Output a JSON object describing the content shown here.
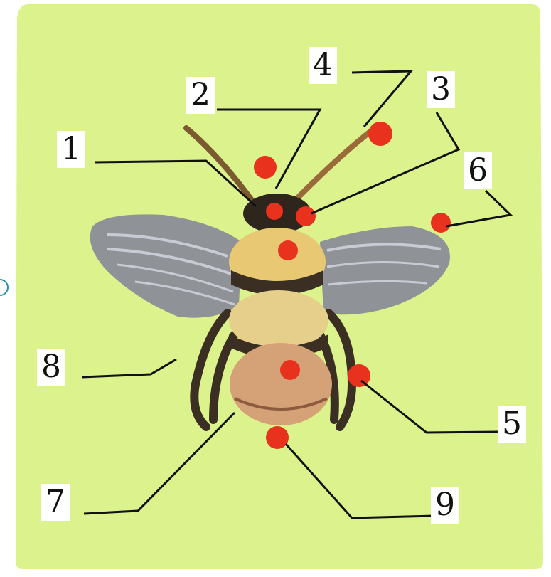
{
  "colors": {
    "background_green": "#dcf28c",
    "marker_red": "#e8321e",
    "leader_line": "#111111",
    "wing_grey": "#8a8c98",
    "body_yellow": "#e8c873",
    "body_dark": "#3a2f22"
  },
  "labels": [
    {
      "id": "1",
      "text": "1"
    },
    {
      "id": "2",
      "text": "2"
    },
    {
      "id": "3",
      "text": "3"
    },
    {
      "id": "4",
      "text": "4"
    },
    {
      "id": "5",
      "text": "5"
    },
    {
      "id": "6",
      "text": "6"
    },
    {
      "id": "7",
      "text": "7"
    },
    {
      "id": "8",
      "text": "8"
    },
    {
      "id": "9",
      "text": "9"
    }
  ]
}
